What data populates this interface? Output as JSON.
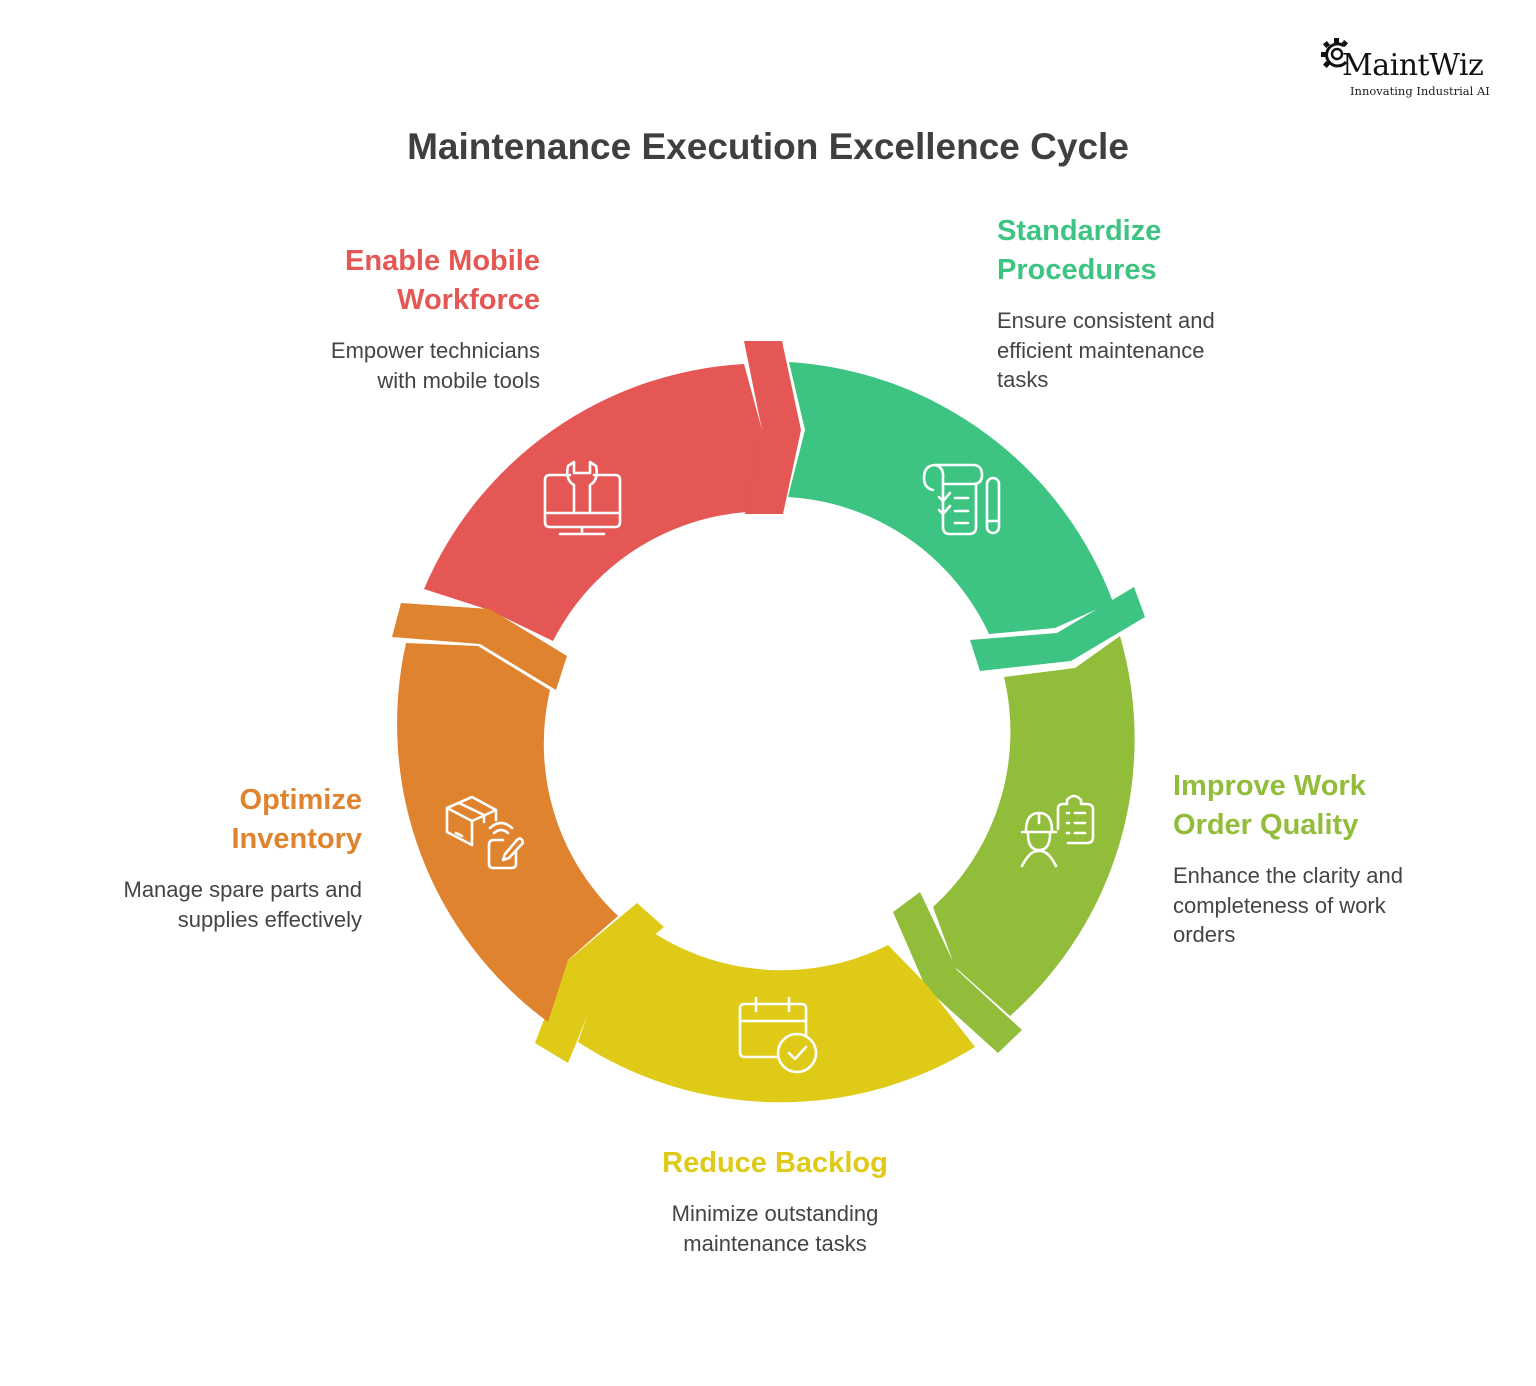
{
  "logo": {
    "name": "MaintWiz",
    "tagline": "Innovating Industrial AI",
    "icon": "gear-icon"
  },
  "title": "Maintenance Execution Excellence Cycle",
  "colors": {
    "red": "#e45754",
    "green": "#3dc482",
    "olive": "#92bd3a",
    "yellow": "#dfca17",
    "orange": "#df832f",
    "text": "#444444",
    "title": "#3f3f3f"
  },
  "stages": [
    {
      "id": "enable-mobile-workforce",
      "heading_line1": "Enable Mobile",
      "heading_line2": "Workforce",
      "desc_line1": "Empower technicians",
      "desc_line2": "with mobile tools",
      "icon": "monitor-wrench-icon",
      "color": "#e45754"
    },
    {
      "id": "standardize-procedures",
      "heading_line1": "Standardize",
      "heading_line2": "Procedures",
      "desc_line1": "Ensure consistent and",
      "desc_line2": "efficient maintenance",
      "desc_line3": "tasks",
      "icon": "checklist-pen-icon",
      "color": "#3dc482"
    },
    {
      "id": "improve-work-order-quality",
      "heading_line1": "Improve Work",
      "heading_line2": "Order Quality",
      "desc_line1": "Enhance the clarity and",
      "desc_line2": "completeness of work",
      "desc_line3": "orders",
      "icon": "worker-clipboard-icon",
      "color": "#92bd3a"
    },
    {
      "id": "reduce-backlog",
      "heading_line1": "Reduce Backlog",
      "desc_line1": "Minimize outstanding",
      "desc_line2": "maintenance tasks",
      "icon": "calendar-check-icon",
      "color": "#dfca17"
    },
    {
      "id": "optimize-inventory",
      "heading_line1": "Optimize",
      "heading_line2": "Inventory",
      "desc_line1": "Manage spare parts and",
      "desc_line2": "supplies effectively",
      "icon": "box-tablet-icon",
      "color": "#df832f"
    }
  ]
}
